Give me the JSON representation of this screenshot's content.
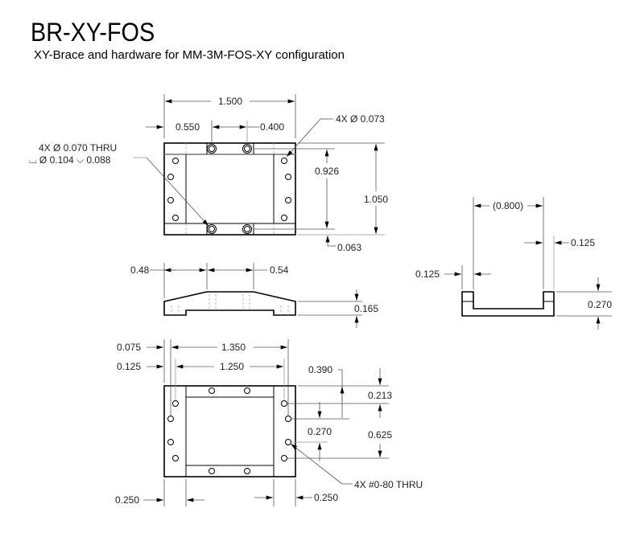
{
  "header": {
    "title": "BR-XY-FOS",
    "subtitle": "XY-Brace and hardware for MM-3M-FOS-XY configuration"
  },
  "top_view": {
    "overall_width": "1.500",
    "offset_left": "0.550",
    "hole_spacing": "0.400",
    "hole_callout": "4X Ø 0.073",
    "cbore_callout_line1": "4X Ø 0.070 THRU",
    "cbore_callout_line2": "⌴ Ø 0.104 ⌵ 0.088",
    "inner_height": "0.926",
    "overall_height": "1.050",
    "edge_offset": "0.063"
  },
  "side_view": {
    "left_taper": "0.48",
    "right_taper": "0.54",
    "height": "0.165"
  },
  "bottom_view": {
    "outer_hole_offset": "0.075",
    "outer_hole_span": "1.350",
    "inner_hole_offset": "0.125",
    "inner_hole_span": "1.250",
    "vertical_390": "0.390",
    "vertical_213": "0.213",
    "vertical_270": "0.270",
    "vertical_625": "0.625",
    "hole_callout": "4X #0-80 THRU",
    "left_column": "0.250",
    "right_column": "0.250"
  },
  "end_view": {
    "inner_width": "(0.800)",
    "right_wall": "0.125",
    "left_wall": "0.125",
    "height": "0.270"
  }
}
